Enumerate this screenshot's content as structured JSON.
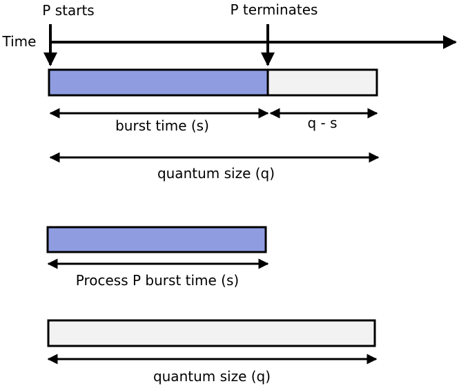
{
  "labels": {
    "p_starts": "P starts",
    "p_terminates": "P terminates",
    "time": "Time",
    "burst_time": "burst time (s)",
    "q_minus_s": "q - s",
    "quantum_size_top": "quantum size (q)",
    "process_burst": "Process P burst time (s)",
    "quantum_size_bottom": "quantum size (q)"
  },
  "colors": {
    "burst_fill": "#8f9de0",
    "quantum_fill": "#f2f2f2",
    "stroke": "#000000"
  }
}
